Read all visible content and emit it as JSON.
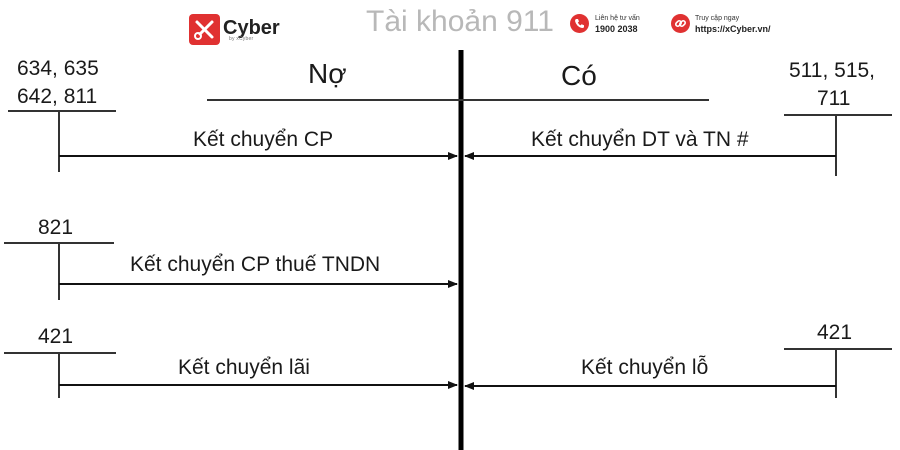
{
  "header": {
    "brand": "Cyber",
    "brand_tagline": "by xCyber",
    "title": "Tài khoản 911",
    "contact": {
      "label": "Liên hệ tư vấn",
      "value": "1900 2038",
      "icon": "phone-icon"
    },
    "website": {
      "label": "Truy cập ngay",
      "value": "https://xCyber.vn/",
      "icon": "link-icon"
    },
    "accent_color": "#e03131"
  },
  "t_account": {
    "debit_label": "Nợ",
    "credit_label": "Có",
    "entries": {
      "cp": {
        "accounts_line1": "634, 635",
        "accounts_line2": "642, 811",
        "label": "Kết chuyển CP"
      },
      "dt": {
        "accounts_line1": "511, 515,",
        "accounts_line2": "711",
        "label": "Kết chuyển DT và TN #"
      },
      "tax": {
        "account": "821",
        "label": "Kết chuyển CP thuế TNDN"
      },
      "profit": {
        "account": "421",
        "label": "Kết chuyển lãi"
      },
      "loss": {
        "account": "421",
        "label": "Kết chuyển lỗ"
      }
    }
  }
}
